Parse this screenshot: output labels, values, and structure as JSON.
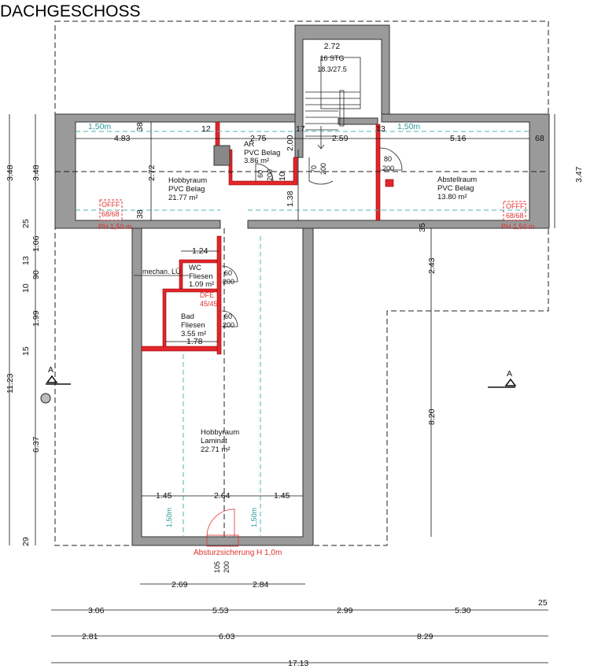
{
  "title": "DACHGESCHOSS",
  "rooms": {
    "hobby_upper": {
      "name": "Hobbyraum",
      "floor": "PVC Belag",
      "area": "21.77 m²"
    },
    "ar": {
      "name": "AR",
      "floor": "PVC Belag",
      "area": "3.86 m²"
    },
    "abstell": {
      "name": "Abstellraum",
      "floor": "PVC Belag",
      "area": "13.80 m²"
    },
    "wc": {
      "name": "WC",
      "floor": "Fliesen",
      "area": "1.09 m²"
    },
    "bad": {
      "name": "Bad",
      "floor": "Fliesen",
      "area": "3.55 m²"
    },
    "hobby_lower": {
      "name": "Hobbyraum",
      "floor": "Laminat",
      "area": "22.71 m²"
    }
  },
  "stair": {
    "width": "2.72",
    "steps": "16 STG",
    "ratio": "18.3/27.5"
  },
  "upper_dims": {
    "h150a": "1,50m",
    "d12": "12",
    "d483": "4.83",
    "d275": "2.75",
    "d17": "17",
    "d259": "2.59",
    "d13": "13",
    "h150b": "1,50m",
    "d516": "5.16",
    "d68": "68",
    "v38a": "38",
    "v272": "2.72",
    "v38b": "38",
    "v200": "2.00",
    "v10": "10",
    "v138": "1.38",
    "v35": "35"
  },
  "doors": {
    "ar": {
      "w": "60",
      "h": "200"
    },
    "stair": {
      "w": "70",
      "h": "200"
    },
    "abstell": {
      "w": "80",
      "h": "200"
    },
    "wc": {
      "w": "60",
      "h": "200"
    },
    "bad": {
      "w": "60",
      "h": "200"
    },
    "balcony": {
      "w": "105",
      "h": "200"
    }
  },
  "skylights": {
    "left": {
      "label": "OFFF",
      "size": "68/68",
      "ph": "PH 1,50 m"
    },
    "right": {
      "label": "OFFF",
      "size": "68/68",
      "ph": "PH 1,50 m"
    },
    "bath": {
      "label": "DFE",
      "size": "45/45"
    }
  },
  "mid_dims": {
    "d124": "1.24",
    "vent": "mechan. LÜ",
    "d178": "1.78"
  },
  "lower_dims": {
    "d145a": "1.45",
    "d264": "2.64",
    "d145b": "1.45",
    "h150a": "1,50m",
    "h150b": "1,50m",
    "railing": "Absturzsicherung H 1,0m"
  },
  "right_dims": {
    "v243": "2.43",
    "v820": "8.20",
    "v347": "3.47"
  },
  "section_marks": {
    "left": "A",
    "right": "A"
  },
  "left_dims": {
    "outer": {
      "a": "3.48",
      "b": "11.23"
    },
    "inner": {
      "a": "3.48",
      "b": "25",
      "c": "1.06",
      "d": "13",
      "e": "90",
      "f": "10",
      "g": "1.99",
      "h": "15",
      "i": "6.37",
      "j": "29"
    }
  },
  "bottom_dims": {
    "row1": [
      "2.69",
      "2.84"
    ],
    "row2": [
      "3.06",
      "5.53",
      "2.99",
      "5.30",
      "25"
    ],
    "row3": [
      "2.81",
      "6.03",
      "8.29"
    ],
    "row4": [
      "17.13"
    ]
  }
}
